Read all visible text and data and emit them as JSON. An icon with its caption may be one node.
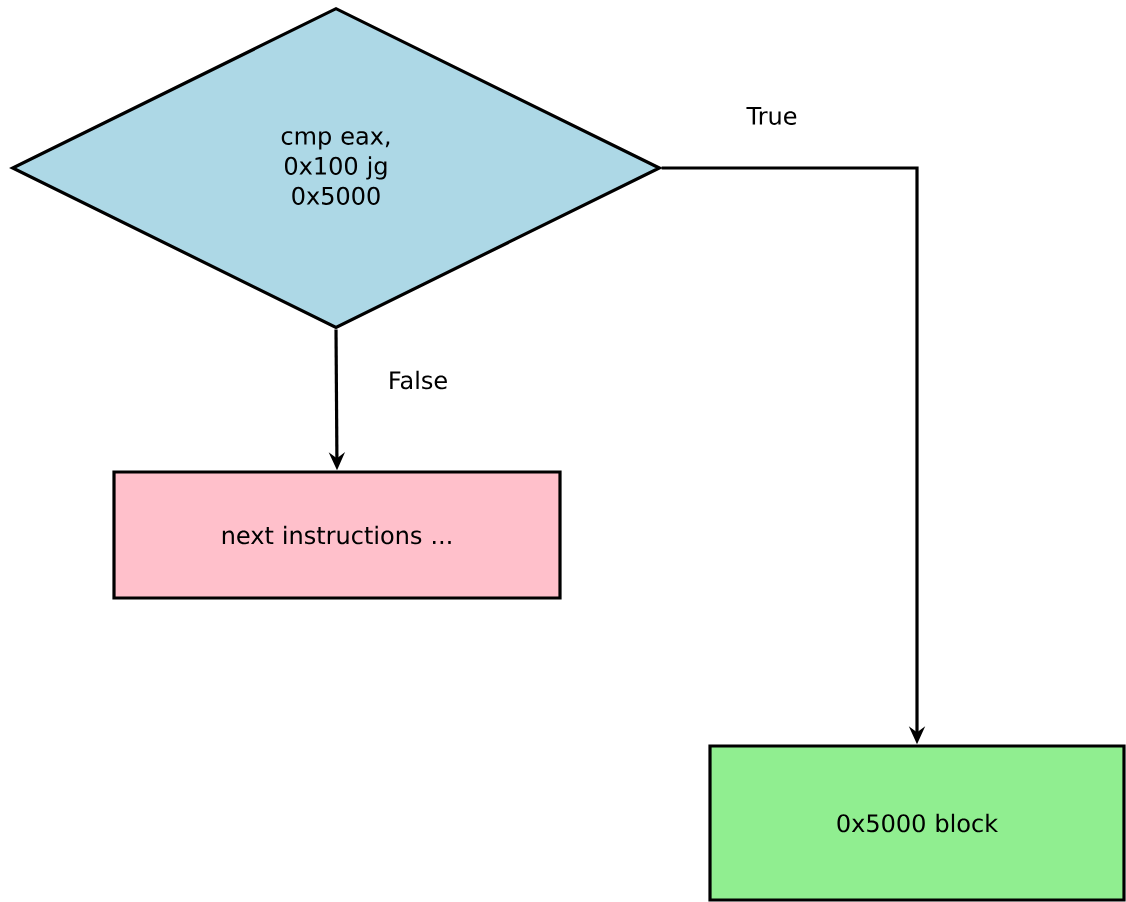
{
  "diagram": {
    "nodes": [
      {
        "text": [
          "cmp eax, 0x100 jg 0x5000"
        ]
      },
      {
        "text": [
          "next instructions ..."
        ]
      },
      {
        "text": [
          "0x5000 block"
        ]
      }
    ],
    "edges": [
      {
        "from": 0,
        "to": 1,
        "arrow": "to",
        "label": "False"
      },
      {
        "from": 0,
        "to": 2,
        "arrow": "to",
        "label": "True"
      }
    ]
  }
}
